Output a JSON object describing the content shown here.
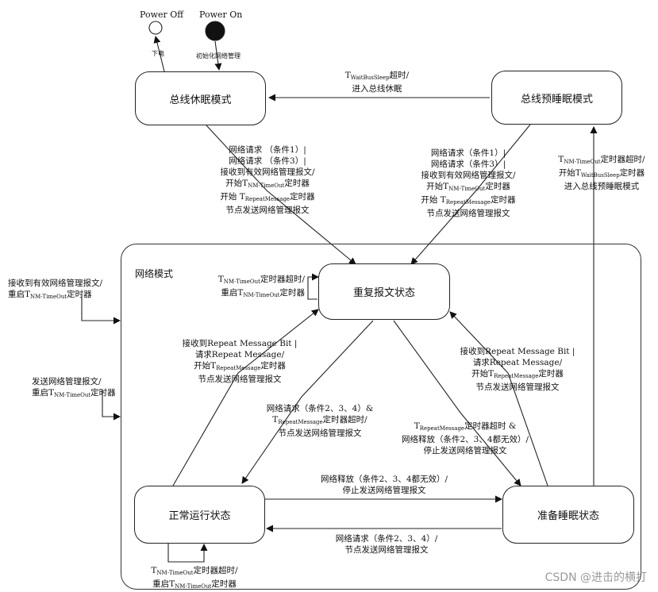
{
  "power": {
    "off_label": "Power Off",
    "on_label": "Power On",
    "off_caption": "下电",
    "on_caption": "初始化网络管理"
  },
  "states": {
    "bus_sleep": "总线休眠模式",
    "prepare_bus_sleep": "总线预睡眠模式",
    "network_mode": "网络模式",
    "repeat_message": "重复报文状态",
    "normal_operation": "正常运行状态",
    "ready_sleep": "准备睡眠状态"
  },
  "transitions": {
    "prep_to_sleep": {
      "t": "T",
      "sub": "WaitBusSleep",
      "rest": "超时/",
      "line2": "进入总线休眠"
    },
    "sleep_to_repeat": {
      "l1": "网络请求 （条件1）|",
      "l2": "网络请求 （条件3）|",
      "l3": "接收到有效网络管理报文/",
      "l4a": "开始T",
      "l4sub": "NM-TimeOut",
      "l4b": "定时器",
      "l5a": "开始 T",
      "l5sub": "RepeatMessage",
      "l5b": "定时器",
      "l6": "节点发送网络管理报文"
    },
    "prep_to_repeat": {
      "l1": "网络请求（条件1）|",
      "l2": "网络请求（条件3）|",
      "l3": "接收到有效网络管理报文/",
      "l4a": "开始T",
      "l4sub": "NM-TimeOut",
      "l4b": "定时器",
      "l5a": "开始 T",
      "l5sub": "RepeatMessage",
      "l5b": "定时器",
      "l6": "节点发送网络管理报文"
    },
    "ready_to_prep": {
      "l1a": "T",
      "l1sub": "NM-TimeOut",
      "l1b": "定时器超时/",
      "l2a": "开始T",
      "l2sub": "WaitBusSleep",
      "l2b": "定时器",
      "l3": "进入总线预睡眠模式"
    },
    "ext_receive": {
      "l1": "接收到有效网络管理报文/",
      "l2a": "重启T",
      "l2sub": "NM-TimeOut",
      "l2b": "定时器"
    },
    "ext_send": {
      "l1": "发送网络管理报文/",
      "l2a": "重启T",
      "l2sub": "NM-TimeOut",
      "l2b": "定时器"
    },
    "repeat_self": {
      "l1a": "T",
      "l1sub": "NM-TimeOut",
      "l1b": "定时器超时/",
      "l2a": "重启T",
      "l2sub": "NM-TimeOut",
      "l2b": "定时器"
    },
    "normal_to_repeat": {
      "l1": "接收到Repeat Message Bit |",
      "l2": "请求Repeat Message/",
      "l3a": "开始T",
      "l3sub": "RepeatMessage",
      "l3b": "定时器",
      "l4": "节点发送网络管理报文"
    },
    "repeat_to_normal": {
      "l1": "网络请求（条件2、3、4）&",
      "l2a": "T",
      "l2sub": "RepeatMessage",
      "l2b": "定时器超时/",
      "l3": "节点发送网络管理报文"
    },
    "repeat_to_ready": {
      "l1a": "T",
      "l1sub": "RepeatMessage",
      "l1b": "定时器超时 &",
      "l2": "网络释放（条件2、3、4都无效）/",
      "l3": "停止发送网络管理报文"
    },
    "ready_to_repeat": {
      "l1": "接收到Repeat Message Bit |",
      "l2": "请求Repeat Message/",
      "l3a": "开始T",
      "l3sub": "RepeatMessage",
      "l3b": "定时器",
      "l4": "节点发送网络管理报文"
    },
    "normal_to_ready": {
      "l1": "网络释放（条件2、3、4都无效）/",
      "l2": "停止发送网络管理报文"
    },
    "ready_to_normal": {
      "l1": "网络请求（条件2、3、4）/",
      "l2": "节点发送网络管理报文"
    },
    "normal_self": {
      "l1a": "T",
      "l1sub": "NM-TimeOut",
      "l1b": "定时器超时/",
      "l2a": "重启T",
      "l2sub": "NM-TimeOut",
      "l2b": "定时器"
    }
  },
  "watermark": "CSDN @进击的横打"
}
